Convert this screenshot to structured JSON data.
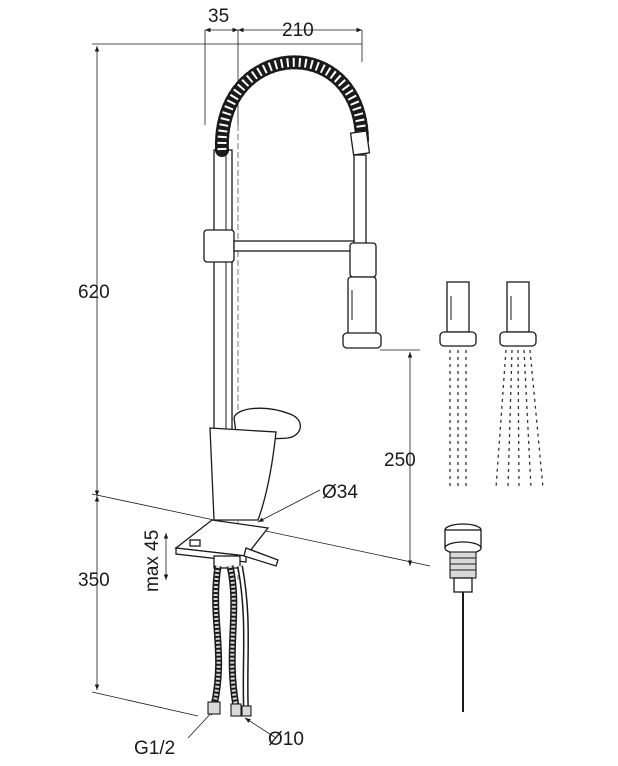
{
  "dimensions": {
    "top_offset": "35",
    "top_reach": "210",
    "total_height": "620",
    "spout_clearance": "250",
    "base_diameter": "Ø34",
    "max_thickness": "max 45",
    "below_height": "350",
    "connection_thread": "G1/2",
    "hose_diameter": "Ø10"
  },
  "colors": {
    "line": "#1a1a1a",
    "shade": "#d9d9d9"
  }
}
